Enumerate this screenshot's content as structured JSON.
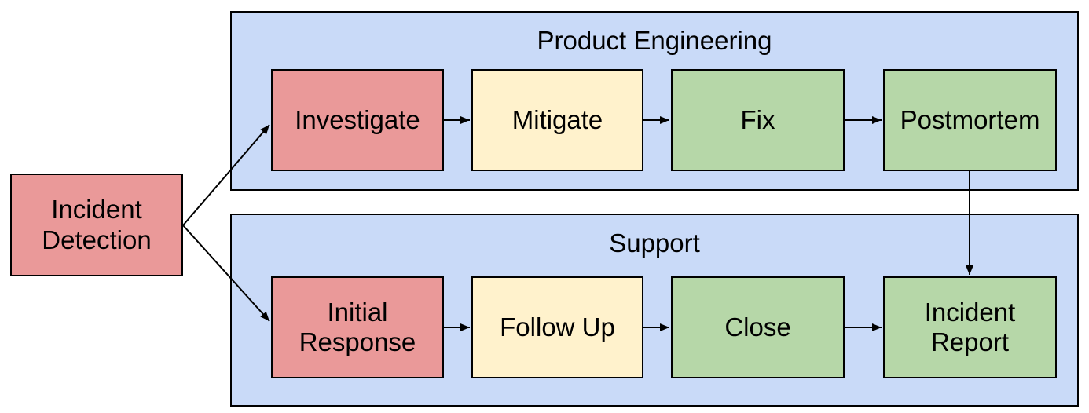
{
  "diagram": {
    "colors": {
      "background": "#ffffff",
      "container_fill": "#c9daf8",
      "red_fill": "#ea9999",
      "yellow_fill": "#fff2cc",
      "green_fill": "#b6d7a8",
      "stroke": "#000000",
      "text": "#000000"
    },
    "containers": [
      {
        "id": "product-engineering",
        "title": "Product Engineering"
      },
      {
        "id": "support",
        "title": "Support"
      }
    ],
    "nodes": [
      {
        "id": "incident-detection",
        "label": "Incident Detection",
        "fill": "#ea9999"
      },
      {
        "id": "investigate",
        "label": "Investigate",
        "fill": "#ea9999"
      },
      {
        "id": "mitigate",
        "label": "Mitigate",
        "fill": "#fff2cc"
      },
      {
        "id": "fix",
        "label": "Fix",
        "fill": "#b6d7a8"
      },
      {
        "id": "postmortem",
        "label": "Postmortem",
        "fill": "#b6d7a8"
      },
      {
        "id": "initial-response",
        "label": "Initial Response",
        "fill": "#ea9999"
      },
      {
        "id": "follow-up",
        "label": "Follow Up",
        "fill": "#fff2cc"
      },
      {
        "id": "close",
        "label": "Close",
        "fill": "#b6d7a8"
      },
      {
        "id": "incident-report",
        "label": "Incident Report",
        "fill": "#b6d7a8"
      }
    ],
    "edges": [
      {
        "from": "incident-detection",
        "to": "investigate"
      },
      {
        "from": "incident-detection",
        "to": "initial-response"
      },
      {
        "from": "investigate",
        "to": "mitigate"
      },
      {
        "from": "mitigate",
        "to": "fix"
      },
      {
        "from": "fix",
        "to": "postmortem"
      },
      {
        "from": "postmortem",
        "to": "incident-report"
      },
      {
        "from": "initial-response",
        "to": "follow-up"
      },
      {
        "from": "follow-up",
        "to": "close"
      },
      {
        "from": "close",
        "to": "incident-report"
      }
    ]
  }
}
